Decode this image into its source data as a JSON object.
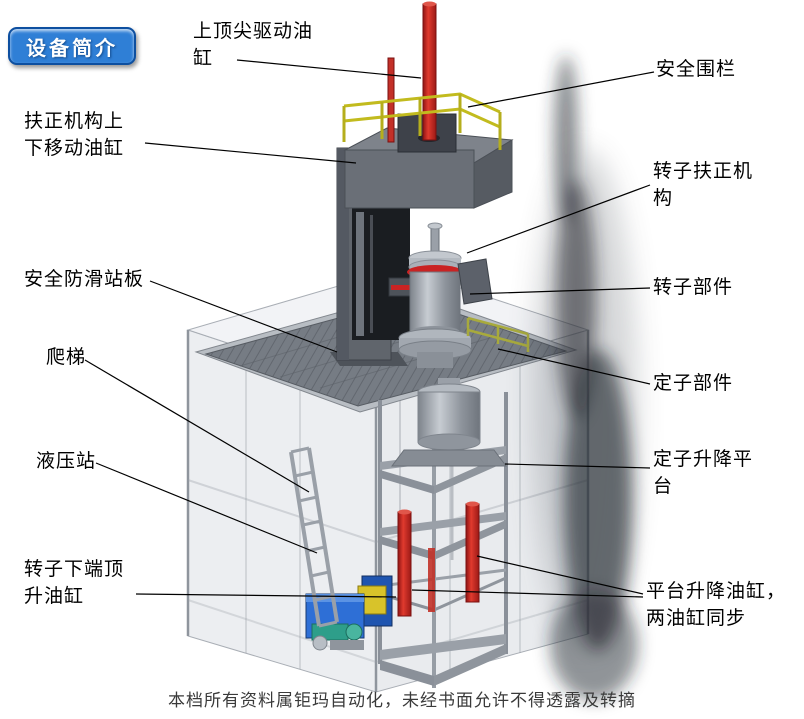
{
  "badge": {
    "title": "设备简介"
  },
  "labels": [
    {
      "name": "top-center-drive-cylinder",
      "text": "上顶尖驱动油缸"
    },
    {
      "name": "safety-fence",
      "text": "安全围栏"
    },
    {
      "name": "centering-mechanism-lift-cylinder",
      "text": "扶正机构上下移动油缸"
    },
    {
      "name": "rotor-centering-mechanism",
      "text": "转子扶正机构"
    },
    {
      "name": "safety-antislip-platform",
      "text": "安全防滑站板"
    },
    {
      "name": "rotor-component",
      "text": "转子部件"
    },
    {
      "name": "ladder",
      "text": "爬梯"
    },
    {
      "name": "stator-component",
      "text": "定子部件"
    },
    {
      "name": "hydraulic-station",
      "text": "液压站"
    },
    {
      "name": "stator-lift-platform",
      "text": "定子升降平台"
    },
    {
      "name": "rotor-bottom-jack-cylinder",
      "text": "转子下端顶升油缸"
    },
    {
      "name": "platform-lift-cylinders",
      "text": "平台升降油缸，两油缸同步"
    }
  ],
  "footer": {
    "text": "本档所有资料属钜玛自动化，未经书面允许不得透露及转摘"
  },
  "colors": {
    "badge_blue": "#2f7fd6",
    "cylinder_red": "#c9281e",
    "railing_yellow": "#c2bb1e",
    "hydraulic_blue": "#2e6fd6",
    "structure_gray": "#8a9099"
  }
}
